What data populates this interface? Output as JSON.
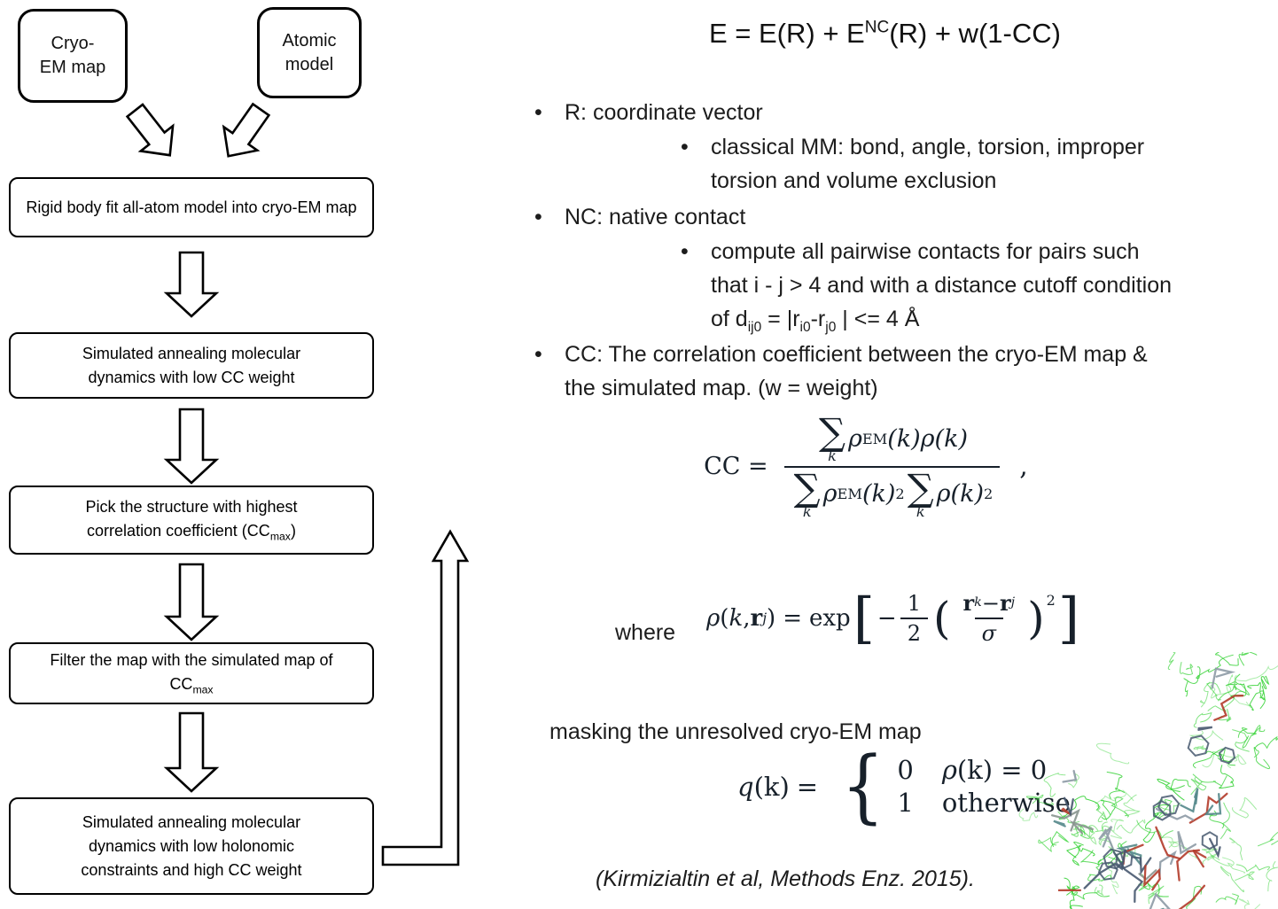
{
  "flowchart": {
    "cryo_box": {
      "line1": "Cryo-",
      "line2": "EM map"
    },
    "atomic_box": {
      "line1": "Atomic",
      "line2": "model"
    },
    "step1": "Rigid body fit all-atom model into cryo-EM map",
    "step2": "Simulated annealing molecular dynamics with low CC weight",
    "step3": {
      "pre": "Pick the structure with highest correlation coefficient (CC",
      "sub": "max",
      "post": ")"
    },
    "step4": {
      "pre": "Filter the map with the simulated map of CC",
      "sub": "max"
    },
    "step5": "Simulated annealing molecular dynamics with low holonomic constraints and high CC weight"
  },
  "title_eq": {
    "p1": "E = E(R) + E",
    "sup": "NC",
    "p2": "(R) + w(1-CC)"
  },
  "bullets": {
    "marker": "•",
    "b1": "R: coordinate vector",
    "b2": {
      "l1": "classical MM: bond, angle, torsion, improper",
      "l2": "torsion and volume exclusion"
    },
    "b3": "NC: native contact",
    "b4": {
      "l1": "compute all pairwise contacts for pairs such",
      "l2": "that i - j > 4 and with a distance cutoff condition",
      "l3_pre": "of d",
      "l3_sub1": "ij0",
      "l3_m1": " = |r",
      "l3_sub2": "i0",
      "l3_m2": "-r",
      "l3_sub3": "j0",
      "l3_post": " | <= 4 Å"
    },
    "b5": {
      "l1": "CC: The correlation coefficient between the cryo-EM map &",
      "l2": "the simulated map. (w = weight)"
    }
  },
  "cc_eq": {
    "lhs": "CC =",
    "sum": "∑",
    "sum_sub": "k",
    "rho": "ρ",
    "em_sup": "EM",
    "arg_k": "(k)",
    "sq": "2",
    "comma": ","
  },
  "rho_eq": {
    "where": "where",
    "rho": "ρ",
    "lparen": "(",
    "k": "k",
    "comma": ", ",
    "r": "r",
    "sub_j": "j",
    "sub_k": "k",
    "rparen": ")",
    "equals": "=",
    "exp": "exp",
    "lbracket": "[",
    "minus": "−",
    "one": "1",
    "two": "2",
    "sigma": "σ",
    "sup2": "2",
    "rbracket": "]"
  },
  "masking_text": "masking the unresolved cryo-EM map",
  "q_eq": {
    "q": "q",
    "arg": "(k)",
    "equals": "=",
    "brace": "{",
    "row1_val": "0",
    "row1_rho": "ρ",
    "row1_cond": "(k) = 0",
    "row2_val": "1",
    "row2_cond": "otherwise"
  },
  "citation": "(Kirmizialtin et al, Methods Enz. 2015)."
}
